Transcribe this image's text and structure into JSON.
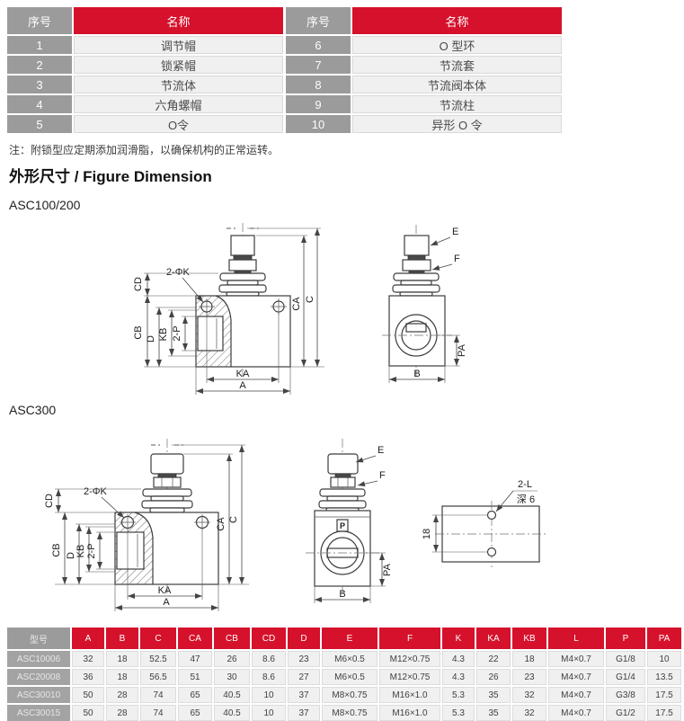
{
  "colors": {
    "accent_red": "#d6112b",
    "header_gray": "#9b9b9b",
    "row_bg": "#f0f0f0"
  },
  "parts_table_left": {
    "no_header": "序号",
    "name_header": "名称",
    "rows": [
      {
        "no": "1",
        "name": "调节帽"
      },
      {
        "no": "2",
        "name": "锁紧帽"
      },
      {
        "no": "3",
        "name": "节流体"
      },
      {
        "no": "4",
        "name": "六角螺帽"
      },
      {
        "no": "5",
        "name": "O令"
      }
    ]
  },
  "parts_table_right": {
    "no_header": "序号",
    "name_header": "名称",
    "rows": [
      {
        "no": "6",
        "name": "O 型环"
      },
      {
        "no": "7",
        "name": "节流套"
      },
      {
        "no": "8",
        "name": "节流阀本体"
      },
      {
        "no": "9",
        "name": "节流柱"
      },
      {
        "no": "10",
        "name": "异形 O 令"
      }
    ]
  },
  "note": "注：附锁型应定期添加润滑脂，以确保机构的正常运转。",
  "section_title": "外形尺寸 / Figure Dimension",
  "figures": {
    "fig1_label": "ASC100/200",
    "fig2_label": "ASC300"
  },
  "dims": {
    "cd": "CD",
    "cb": "CB",
    "d": "D",
    "kb": "KB",
    "two_p": "2-P",
    "two_phi_k": "2-ΦK",
    "ka": "KA",
    "a": "A",
    "ca": "CA",
    "c": "C",
    "e": "E",
    "f": "F",
    "pa": "PA",
    "b": "B",
    "p": "P",
    "two_l": "2-L",
    "depth": "深 6",
    "eighteen": "18"
  },
  "spec_table": {
    "headers": [
      "型号",
      "A",
      "B",
      "C",
      "CA",
      "CB",
      "CD",
      "D",
      "E",
      "F",
      "K",
      "KA",
      "KB",
      "L",
      "P",
      "PA"
    ],
    "rows": [
      [
        "ASC10006",
        "32",
        "18",
        "52.5",
        "47",
        "26",
        "8.6",
        "23",
        "M6×0.5",
        "M12×0.75",
        "4.3",
        "22",
        "18",
        "M4×0.7",
        "G1/8",
        "10"
      ],
      [
        "ASC20008",
        "36",
        "18",
        "56.5",
        "51",
        "30",
        "8.6",
        "27",
        "M6×0.5",
        "M12×0.75",
        "4.3",
        "26",
        "23",
        "M4×0.7",
        "G1/4",
        "13.5"
      ],
      [
        "ASC30010",
        "50",
        "28",
        "74",
        "65",
        "40.5",
        "10",
        "37",
        "M8×0.75",
        "M16×1.0",
        "5.3",
        "35",
        "32",
        "M4×0.7",
        "G3/8",
        "17.5"
      ],
      [
        "ASC30015",
        "50",
        "28",
        "74",
        "65",
        "40.5",
        "10",
        "37",
        "M8×0.75",
        "M16×1.0",
        "5.3",
        "35",
        "32",
        "M4×0.7",
        "G1/2",
        "17.5"
      ]
    ]
  }
}
